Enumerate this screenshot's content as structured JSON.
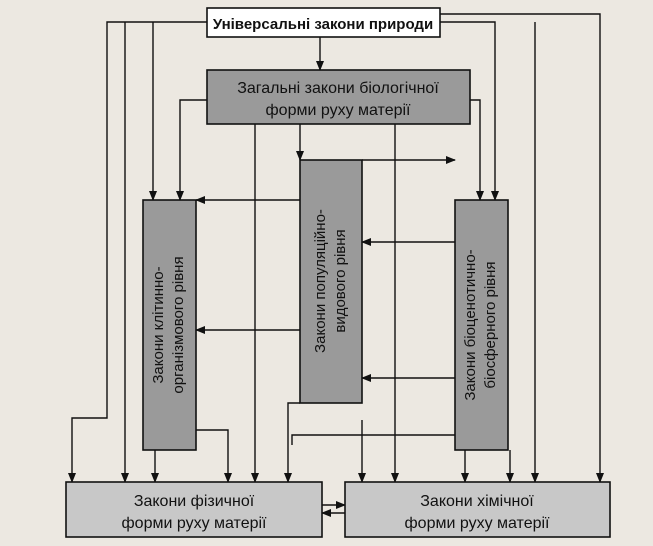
{
  "nodes": {
    "universal": {
      "label": "Універсальні закони природи"
    },
    "general_bio": {
      "line1": "Загальні закони біологічної",
      "line2": "форми руху матерії"
    },
    "cell_organism": {
      "line1": "Закони клітинно-",
      "line2": "організмового рівня"
    },
    "population_species": {
      "line1": "Закони популяційно-",
      "line2": "видового рівня"
    },
    "biocenotic": {
      "line1": "Закони біоценотично-",
      "line2": "біосферного рівня"
    },
    "physical": {
      "line1": "Закони фізичної",
      "line2": "форми руху матерії"
    },
    "chemical": {
      "line1": "Закони хімічної",
      "line2": "форми руху матерії"
    }
  },
  "colors": {
    "box_fill": "#9a9a9a",
    "top_fill": "#ffffff",
    "bottom_fill": "#c8c8c8",
    "line": "#111111"
  }
}
